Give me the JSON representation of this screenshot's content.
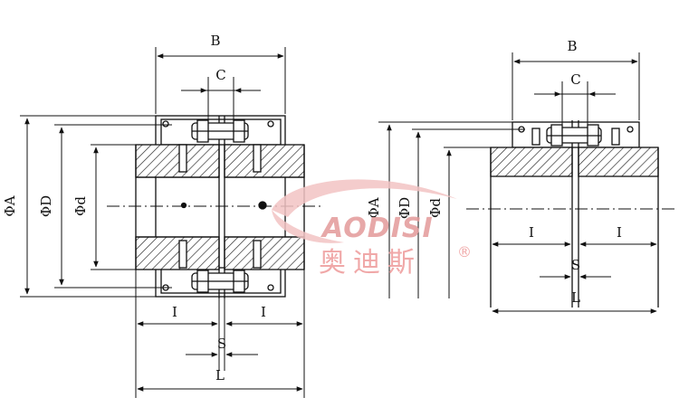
{
  "left_view": {
    "dims": {
      "B": "B",
      "C": "C",
      "A": "ΦA",
      "D0": "ΦD",
      "d": "Φd",
      "I_left": "I",
      "I_right": "I",
      "S": "S",
      "L": "L"
    }
  },
  "right_view": {
    "dims": {
      "B": "B",
      "C": "C",
      "A": "ΦA",
      "D0": "ΦD",
      "d": "Φd",
      "I_left": "I",
      "I_right": "I",
      "S": "S",
      "L": "L"
    }
  },
  "watermark": {
    "brand_latin": "AODISI",
    "brand_cjk": "奥迪斯",
    "registered": "®",
    "color": "#e39a9a"
  }
}
